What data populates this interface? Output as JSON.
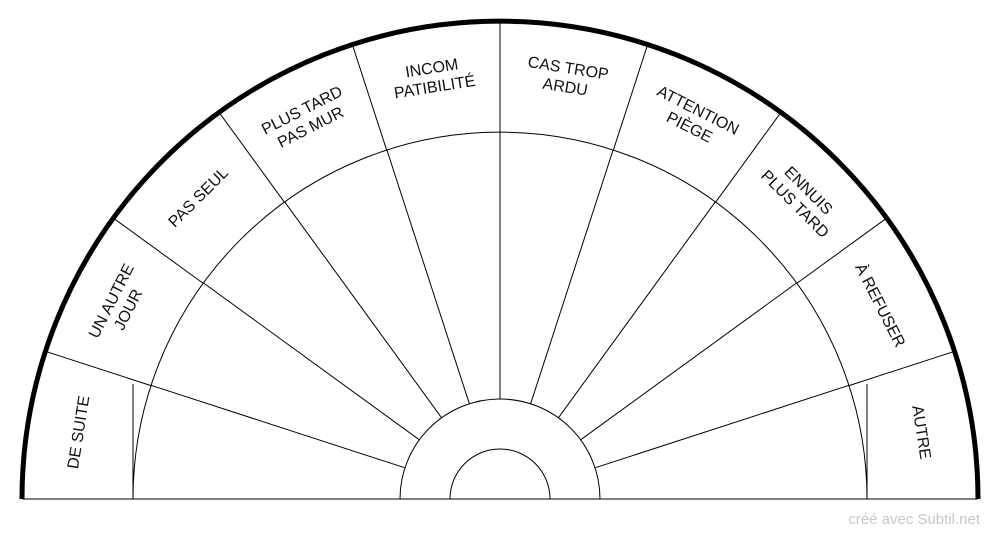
{
  "chart_data": {
    "type": "diagram",
    "title": "",
    "segments": [
      {
        "lines": [
          "DE SUITE"
        ]
      },
      {
        "lines": [
          "UN AUTRE",
          "JOUR"
        ]
      },
      {
        "lines": [
          "PAS SEUL"
        ]
      },
      {
        "lines": [
          "PLUS TARD",
          "PAS MUR"
        ]
      },
      {
        "lines": [
          "INCOM",
          "PATIBILITÉ"
        ]
      },
      {
        "lines": [
          "CAS TROP",
          "ARDU"
        ]
      },
      {
        "lines": [
          "ATTENTION",
          "PIÈGE"
        ]
      },
      {
        "lines": [
          "ENNUIS",
          "PLUS TARD"
        ]
      },
      {
        "lines": [
          "À REFUSER"
        ]
      },
      {
        "lines": [
          "AUTRE"
        ]
      }
    ],
    "outline_color": "#000000",
    "background_color": "#ffffff"
  },
  "footer": {
    "credit": "créé avec Subtil.net"
  }
}
